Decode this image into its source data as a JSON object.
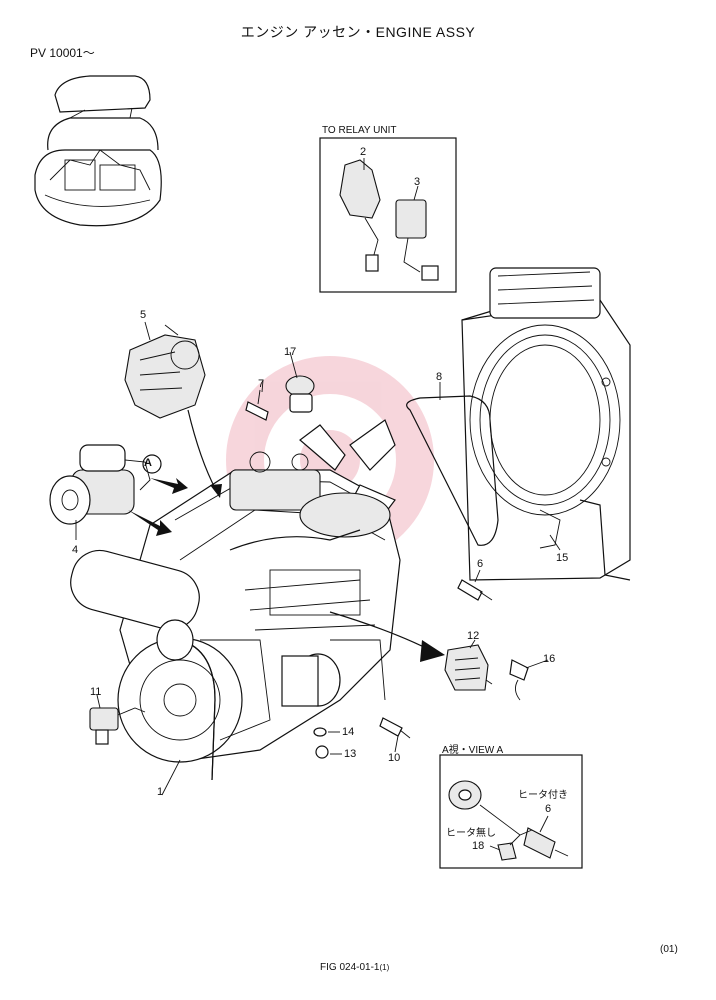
{
  "header": {
    "title": "エンジン アッセン・ENGINE ASSY",
    "serial_range": "PV 10001〜"
  },
  "relay_box": {
    "label": "TO RELAY UNIT"
  },
  "view_a": {
    "label": "A視・VIEW A",
    "with_heater": "ヒータ付き",
    "without_heater": "ヒータ無し"
  },
  "arrow_marker": "A",
  "callouts": {
    "c1": "1",
    "c2": "2",
    "c3": "3",
    "c4": "4",
    "c5": "5",
    "c6": "6",
    "c6b": "6",
    "c7": "7",
    "c8": "8",
    "c10": "10",
    "c11": "11",
    "c12": "12",
    "c13": "13",
    "c14": "14",
    "c15": "15",
    "c16": "16",
    "c17": "17",
    "c18": "18"
  },
  "footer": {
    "page": "(01)",
    "figure": "FIG  024-01-1",
    "figure_sub": "(1)"
  },
  "icons": [
    "excavator-icon",
    "engine-drawing",
    "radiator-drawing",
    "alternator-drawing",
    "starter-drawing",
    "muffler-drawing",
    "watermark-logo"
  ]
}
